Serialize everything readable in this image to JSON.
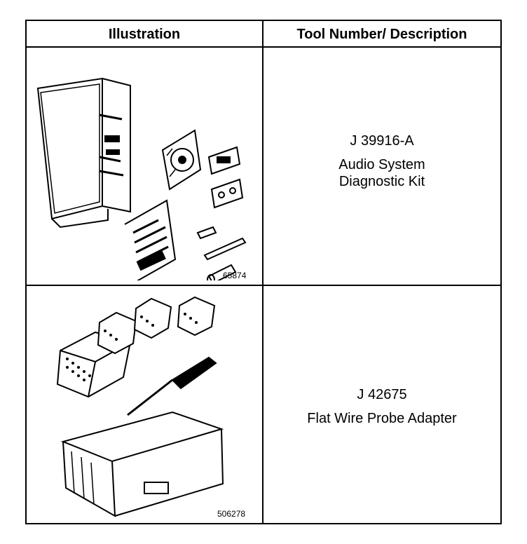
{
  "table": {
    "headers": [
      "Illustration",
      "Tool Number/ Description"
    ],
    "rows": [
      {
        "figure_id": "65874",
        "tool_number": "J 39916-A",
        "description_line1": "Audio System",
        "description_line2": "Diagnostic Kit"
      },
      {
        "figure_id": "506278",
        "tool_number": "J 42675",
        "description_line1": "Flat Wire Probe Adapter",
        "description_line2": ""
      }
    ]
  }
}
